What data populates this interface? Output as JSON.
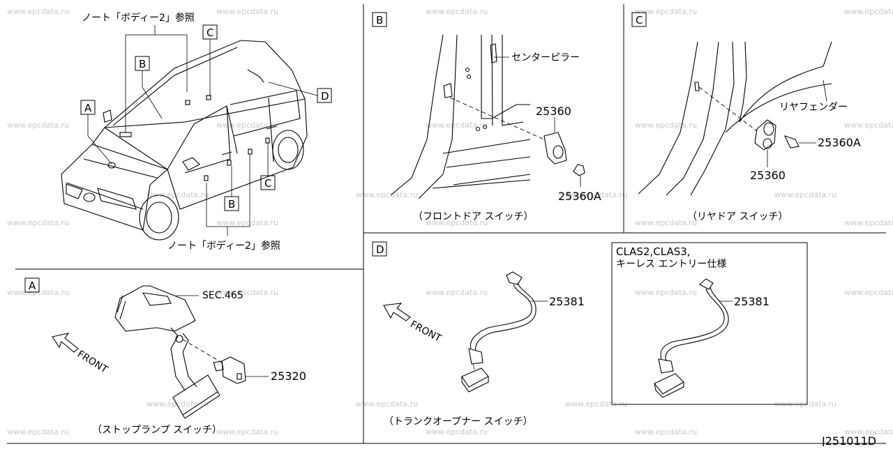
{
  "watermark": "www.epcdata.ru",
  "diagram_code": "J251011D",
  "main": {
    "ref_note_top": "ノート「ボディー2」参照",
    "ref_note_bottom": "ノート「ボディー2」参照",
    "callouts": {
      "a": "A",
      "b_top": "B",
      "c_top": "C",
      "d": "D",
      "b_bottom": "B",
      "c_bottom": "C"
    }
  },
  "panel_a": {
    "letter": "A",
    "sec_label": "SEC.465",
    "part_number": "25320",
    "front_label": "FRONT",
    "caption": "（ストップランプ スイッチ）"
  },
  "panel_b": {
    "letter": "B",
    "pillar_label": "センターピラー",
    "part_1": "25360",
    "part_2": "25360A",
    "caption": "（フロントドア スイッチ）"
  },
  "panel_c": {
    "letter": "C",
    "fender_label": "リヤフェンダー",
    "part_1": "25360A",
    "part_2": "25360",
    "caption": "（リヤドア スイッチ）"
  },
  "panel_d": {
    "letter": "D",
    "part_number": "25381",
    "front_label": "FRONT",
    "caption": "（トランクオープナー スイッチ）",
    "variant_line1": "CLAS2,CLAS3,",
    "variant_line2": "キーレス エントリー仕様",
    "variant_part_number": "25381"
  }
}
